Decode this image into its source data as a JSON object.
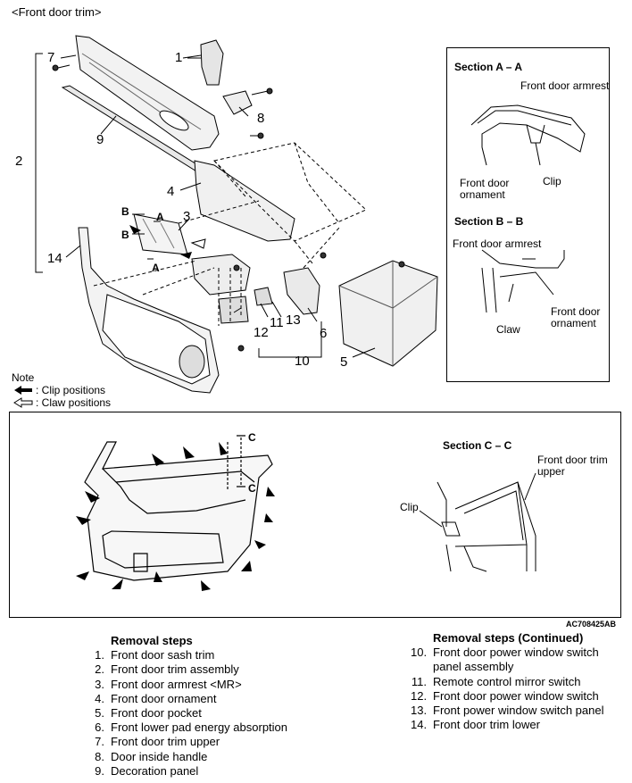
{
  "title": "<Front door trim>",
  "callouts": [
    "1",
    "2",
    "3",
    "4",
    "5",
    "6",
    "7",
    "8",
    "9",
    "10",
    "11",
    "12",
    "13",
    "14"
  ],
  "section_letters": {
    "a1": "A",
    "a2": "A",
    "b1": "B",
    "b2": "B",
    "c1": "C",
    "c2": "C"
  },
  "section_aa": {
    "title": "Section A – A",
    "armrest": "Front door armrest",
    "ornament_1": "Front door",
    "ornament_2": "ornament",
    "clip": "Clip"
  },
  "section_bb": {
    "title": "Section B – B",
    "armrest": "Front door armrest",
    "ornament_1": "Front door",
    "ornament_2": "ornament",
    "claw": "Claw"
  },
  "section_cc": {
    "title": "Section C – C",
    "upper_1": "Front door trim",
    "upper_2": "upper",
    "clip": "Clip"
  },
  "note": {
    "label": "Note",
    "clip": ": Clip positions",
    "claw": ": Claw positions"
  },
  "figure_code": "AC708425AB",
  "removal_steps": {
    "heading": "Removal steps",
    "items": [
      {
        "n": "1.",
        "text": "Front door sash trim"
      },
      {
        "n": "2.",
        "text": "Front door trim assembly"
      },
      {
        "n": "3.",
        "text": "Front door armrest <MR>"
      },
      {
        "n": "4.",
        "text": "Front door ornament"
      },
      {
        "n": "5.",
        "text": "Front door pocket"
      },
      {
        "n": "6.",
        "text": "Front lower pad energy absorption"
      },
      {
        "n": "7.",
        "text": "Front door trim upper"
      },
      {
        "n": "8.",
        "text": "Door inside handle"
      },
      {
        "n": "9.",
        "text": "Decoration panel"
      }
    ]
  },
  "removal_steps_cont": {
    "heading": "Removal steps (Continued)",
    "items": [
      {
        "n": "10.",
        "text": "Front door power window switch panel assembly"
      },
      {
        "n": "11.",
        "text": "Remote control mirror switch"
      },
      {
        "n": "12.",
        "text": "Front door power window switch"
      },
      {
        "n": "13.",
        "text": "Front power window switch panel"
      },
      {
        "n": "14.",
        "text": "Front door trim lower"
      }
    ]
  }
}
